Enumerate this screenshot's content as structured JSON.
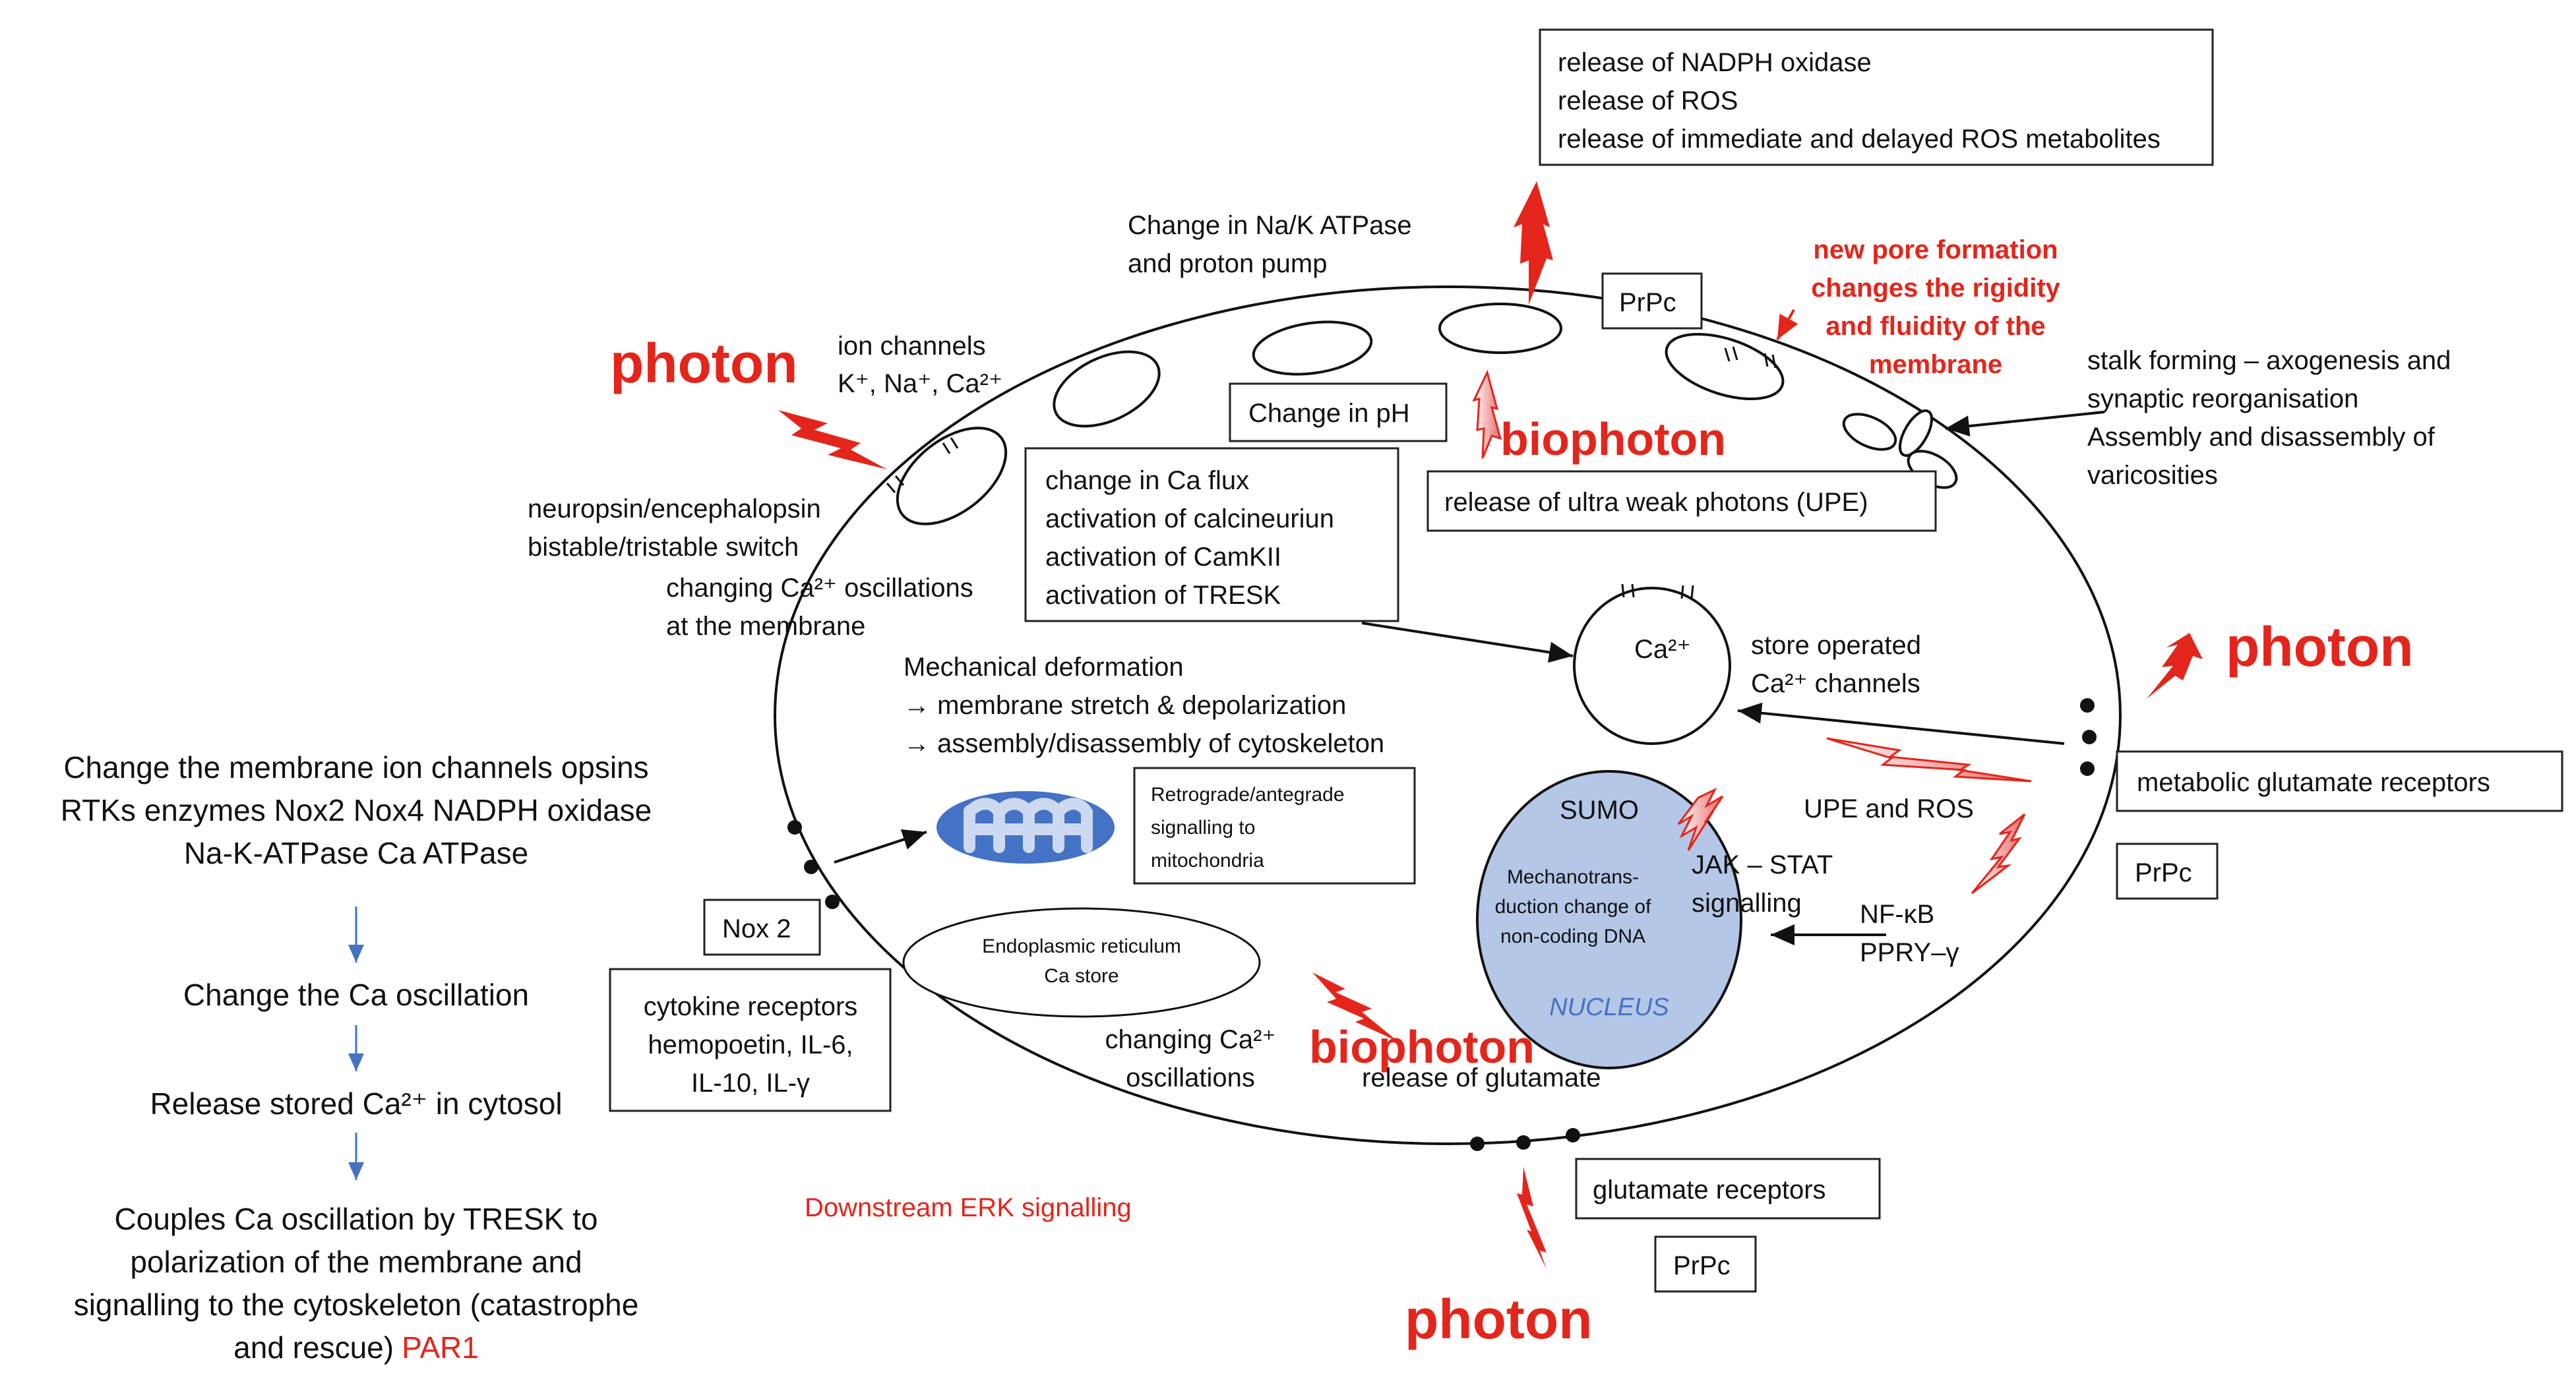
{
  "colors": {
    "accent_red": "#e4251b",
    "nucleus_fill": "#b4c7e7",
    "nucleus_label": "#4472c4",
    "mito_fill": "#4472c4",
    "flow_arrow": "#4472c4"
  },
  "labels": {
    "photon_left": "photon",
    "photon_right": "photon",
    "photon_bottom": "photon",
    "biophoton_top": "biophoton",
    "biophoton_bottom": "biophoton",
    "ion_channels_l1": "ion channels",
    "ion_channels_l2": "K⁺, Na⁺, Ca²⁺",
    "neuropsin_l1": "neuropsin/encephalopsin",
    "neuropsin_l2": "bistable/tristable switch",
    "ca_osc_l1": "changing Ca²⁺ oscillations",
    "ca_osc_l2": "at the membrane",
    "atpase_l1": "Change in Na/K ATPase",
    "atpase_l2": "and proton pump",
    "pore_l1": "new pore formation",
    "pore_l2": "changes the rigidity",
    "pore_l3": "and fluidity of the",
    "pore_l4": "membrane",
    "stalk_l1": "stalk forming – axogenesis and",
    "stalk_l2": "synaptic reorganisation",
    "stalk_l3": "Assembly and disassembly of",
    "stalk_l4": "varicosities",
    "ca_store": "Ca²⁺",
    "store_op_l1": "store operated",
    "store_op_l2": "Ca²⁺ channels",
    "mech_l1": "Mechanical deformation",
    "mech_l2": "→ membrane stretch & depolarization",
    "mech_l3": "→ assembly/disassembly of cytoskeleton",
    "upe_ros": "UPE and ROS",
    "sumo": "SUMO",
    "jak_l1": "JAK – STAT",
    "jak_l2": "signalling",
    "mechano_l1": "Mechanotrans-",
    "mechano_l2": "duction change of",
    "mechano_l3": "non-coding DNA",
    "nucleus": "NUCLEUS",
    "nfkb_l1": "NF-κB",
    "nfkb_l2": "PPRY–γ",
    "er_l1": "Endoplasmic reticulum",
    "er_l2": "Ca store",
    "changing_ca_l1": "changing Ca²⁺",
    "changing_ca_l2": "oscillations",
    "release_glutamate": "release of glutamate",
    "downstream_erk": "Downstream ERK signalling"
  },
  "boxes": {
    "nadph_l1": "release of NADPH oxidase",
    "nadph_l2": "release of ROS",
    "nadph_l3": "release of immediate and delayed ROS metabolites",
    "prpc_top": "PrPc",
    "ph": "Change in pH",
    "upe_release": "release of ultra weak photons (UPE)",
    "ca_flux_l1": "change in Ca flux",
    "ca_flux_l2": "activation of calcineuriun",
    "ca_flux_l3": "activation of CamKII",
    "ca_flux_l4": "activation of TRESK",
    "retro_l1": "Retrograde/antegrade",
    "retro_l2": "signalling to",
    "retro_l3": "mitochondria",
    "nox2": "Nox 2",
    "cyto_l1": "cytokine receptors",
    "cyto_l2": "hemopoetin, IL-6,",
    "cyto_l3": "IL-10, IL-γ",
    "metabolic_glu": "metabolic glutamate receptors",
    "prpc_right": "PrPc",
    "glu_receptors": "glutamate receptors",
    "prpc_bottom": "PrPc"
  },
  "flow": {
    "step1_l1": "Change the membrane ion channels opsins",
    "step1_l2": "RTKs enzymes Nox2 Nox4 NADPH oxidase",
    "step1_l3": "Na-K-ATPase Ca ATPase",
    "step2": "Change the Ca oscillation",
    "step3": "Release stored Ca²⁺ in cytosol",
    "step4_l1": "Couples Ca oscillation by TRESK to",
    "step4_l2": "polarization of the membrane and",
    "step4_l3": "signalling to the cytoskeleton (catastrophe",
    "step4_l4a": "and rescue)",
    "step4_l4b": "PAR1"
  }
}
